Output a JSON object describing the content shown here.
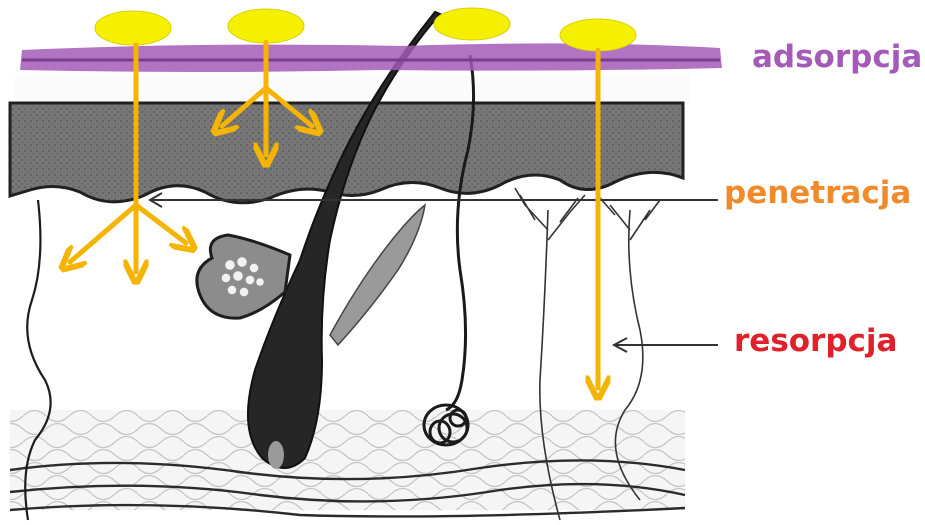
{
  "labels": {
    "adsorption": "adsorpcja",
    "penetration": "penetracja",
    "resorption": "resorpcja"
  },
  "colors": {
    "adsorption": "#a45bb8",
    "penetration": "#f08a2a",
    "resorption": "#e0202a",
    "arrow": "#f4b400",
    "droplet": "#f5f000",
    "epidermis": "#6f6f6f",
    "hair": "#1f1f1f"
  },
  "icons": [
    "droplet",
    "arrow",
    "hair-follicle",
    "sebaceous-gland",
    "sweat-gland",
    "nerve-fiber"
  ]
}
